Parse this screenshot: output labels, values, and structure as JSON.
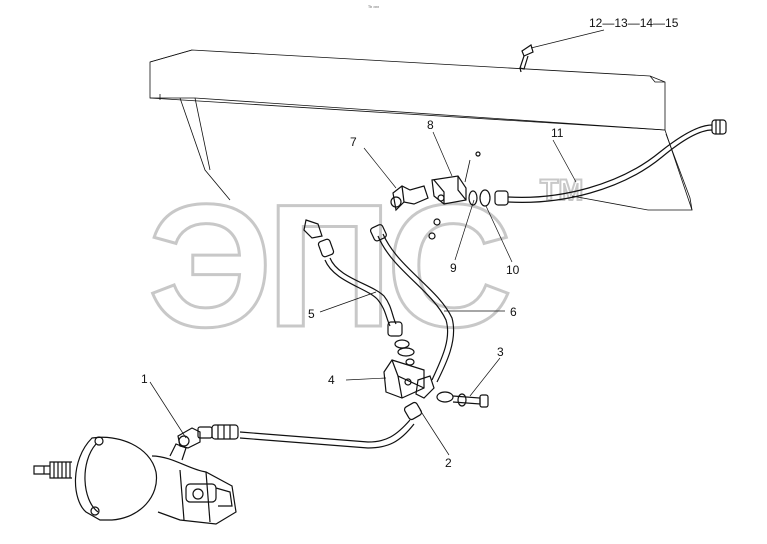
{
  "header_mark": "ᵀᵇ ᵒᵒᵒ",
  "watermark": {
    "text": "ЭПС",
    "trademark": "TM"
  },
  "callouts": {
    "c1": "1",
    "c2": "2",
    "c3": "3",
    "c4": "4",
    "c5": "5",
    "c6": "6",
    "c7": "7",
    "c8": "8",
    "c9": "9",
    "c10": "10",
    "c11": "11",
    "c12_15": "12—13—14—15"
  }
}
